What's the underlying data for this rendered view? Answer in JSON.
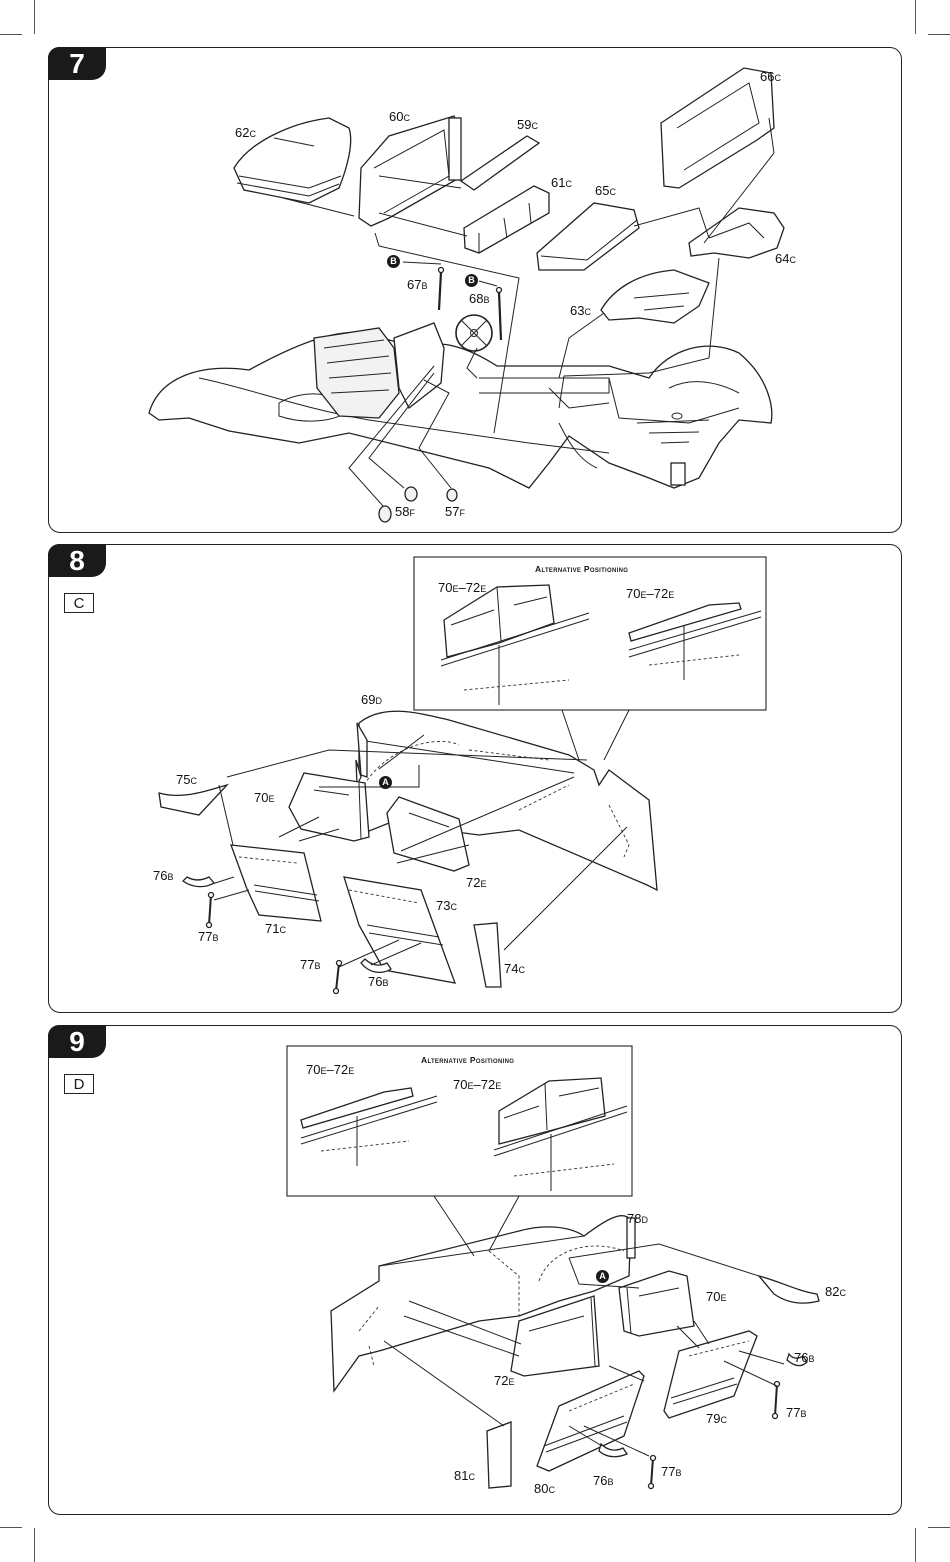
{
  "steps": [
    {
      "number": "7",
      "labels": [
        {
          "id": "62c",
          "num": "62",
          "suf": "C"
        },
        {
          "id": "60c",
          "num": "60",
          "suf": "C"
        },
        {
          "id": "59c",
          "num": "59",
          "suf": "C"
        },
        {
          "id": "61c",
          "num": "61",
          "suf": "C"
        },
        {
          "id": "65c",
          "num": "65",
          "suf": "C"
        },
        {
          "id": "66c",
          "num": "66",
          "suf": "C"
        },
        {
          "id": "64c",
          "num": "64",
          "suf": "C"
        },
        {
          "id": "67b",
          "num": "67",
          "suf": "B"
        },
        {
          "id": "68b",
          "num": "68",
          "suf": "B"
        },
        {
          "id": "63c",
          "num": "63",
          "suf": "C"
        },
        {
          "id": "58f",
          "num": "58",
          "suf": "F"
        },
        {
          "id": "57f",
          "num": "57",
          "suf": "F"
        }
      ],
      "callouts": [
        "B",
        "B"
      ]
    },
    {
      "number": "8",
      "sub_tag": "C",
      "alt_title": "Alternative Positioning",
      "alt_labels": [
        {
          "num": "70",
          "suf": "E",
          "sep": "–",
          "num2": "72",
          "suf2": "E"
        },
        {
          "num": "70",
          "suf": "E",
          "sep": "–",
          "num2": "72",
          "suf2": "E"
        }
      ],
      "labels": [
        {
          "id": "69d",
          "num": "69",
          "suf": "D"
        },
        {
          "id": "75c",
          "num": "75",
          "suf": "C"
        },
        {
          "id": "70e",
          "num": "70",
          "suf": "E"
        },
        {
          "id": "76b-a",
          "num": "76",
          "suf": "B"
        },
        {
          "id": "77b-a",
          "num": "77",
          "suf": "B"
        },
        {
          "id": "71c",
          "num": "71",
          "suf": "C"
        },
        {
          "id": "72e",
          "num": "72",
          "suf": "E"
        },
        {
          "id": "73c",
          "num": "73",
          "suf": "C"
        },
        {
          "id": "77b-b",
          "num": "77",
          "suf": "B"
        },
        {
          "id": "76b-b",
          "num": "76",
          "suf": "B"
        },
        {
          "id": "74c",
          "num": "74",
          "suf": "C"
        }
      ],
      "callouts": [
        "A"
      ]
    },
    {
      "number": "9",
      "sub_tag": "D",
      "alt_title": "Alternative Positioning",
      "alt_labels": [
        {
          "num": "70",
          "suf": "E",
          "sep": "–",
          "num2": "72",
          "suf2": "E"
        },
        {
          "num": "70",
          "suf": "E",
          "sep": "–",
          "num2": "72",
          "suf2": "E"
        }
      ],
      "labels": [
        {
          "id": "78d",
          "num": "78",
          "suf": "D"
        },
        {
          "id": "82c",
          "num": "82",
          "suf": "C"
        },
        {
          "id": "70e",
          "num": "70",
          "suf": "E"
        },
        {
          "id": "76b-a",
          "num": "76",
          "suf": "B"
        },
        {
          "id": "77b-a",
          "num": "77",
          "suf": "B"
        },
        {
          "id": "79c",
          "num": "79",
          "suf": "C"
        },
        {
          "id": "72e",
          "num": "72",
          "suf": "E"
        },
        {
          "id": "81c",
          "num": "81",
          "suf": "C"
        },
        {
          "id": "80c",
          "num": "80",
          "suf": "C"
        },
        {
          "id": "76b-b",
          "num": "76",
          "suf": "B"
        },
        {
          "id": "77b-b",
          "num": "77",
          "suf": "B"
        }
      ],
      "callouts": [
        "A"
      ]
    }
  ]
}
